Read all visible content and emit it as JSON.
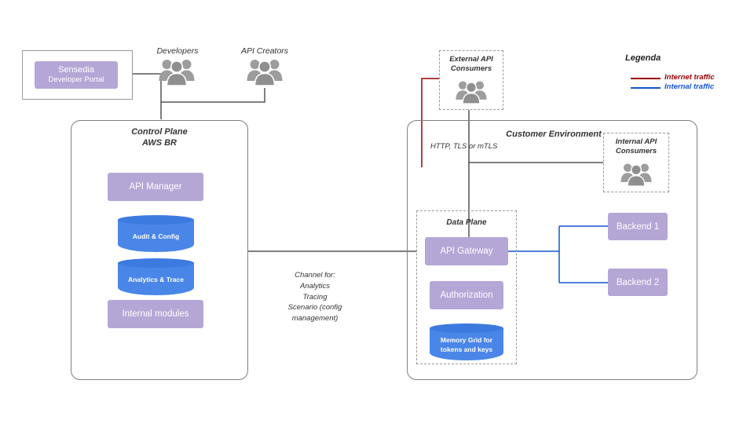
{
  "portal": {
    "name": "Sensedia",
    "product": "Developer Portal"
  },
  "actors": {
    "developers": {
      "label": "Developers"
    },
    "api_creators": {
      "label": "API Creators"
    },
    "external_consumers": {
      "label": "External API\nConsumers"
    },
    "internal_consumers": {
      "label": "Internal API\nConsumers"
    }
  },
  "control_plane": {
    "title": "Control Plane",
    "subtitle": "AWS BR",
    "nodes": {
      "api_manager": "API Manager",
      "audit_config": "Audit & Config",
      "analytics_trace": "Analytics & Trace",
      "internal_modules": "Internal modules"
    }
  },
  "channel_note": "Channel for:\nAnalytics\nTracing\nScenario (config\nmanagement)",
  "customer_env": {
    "title": "Customer Environment",
    "protocol_label": "HTTP, TLS or mTLS",
    "data_plane": {
      "title": "Data Plane",
      "api_gateway": "API Gateway",
      "authorization": "Authorization",
      "memory_grid": "Memory Grid for\ntokens and keys"
    },
    "backend1": "Backend 1",
    "backend2": "Backend 2"
  },
  "legend": {
    "title": "Legenda",
    "internet": {
      "label": "Internet traffic",
      "color": "#990000"
    },
    "internal": {
      "label": "Internal traffic",
      "color": "#1155cc"
    }
  },
  "colors": {
    "node_purple": "#b4a7d6",
    "cylinder_blue": "#4a86e8",
    "internet_red": "#990000",
    "internal_blue": "#1155cc"
  }
}
